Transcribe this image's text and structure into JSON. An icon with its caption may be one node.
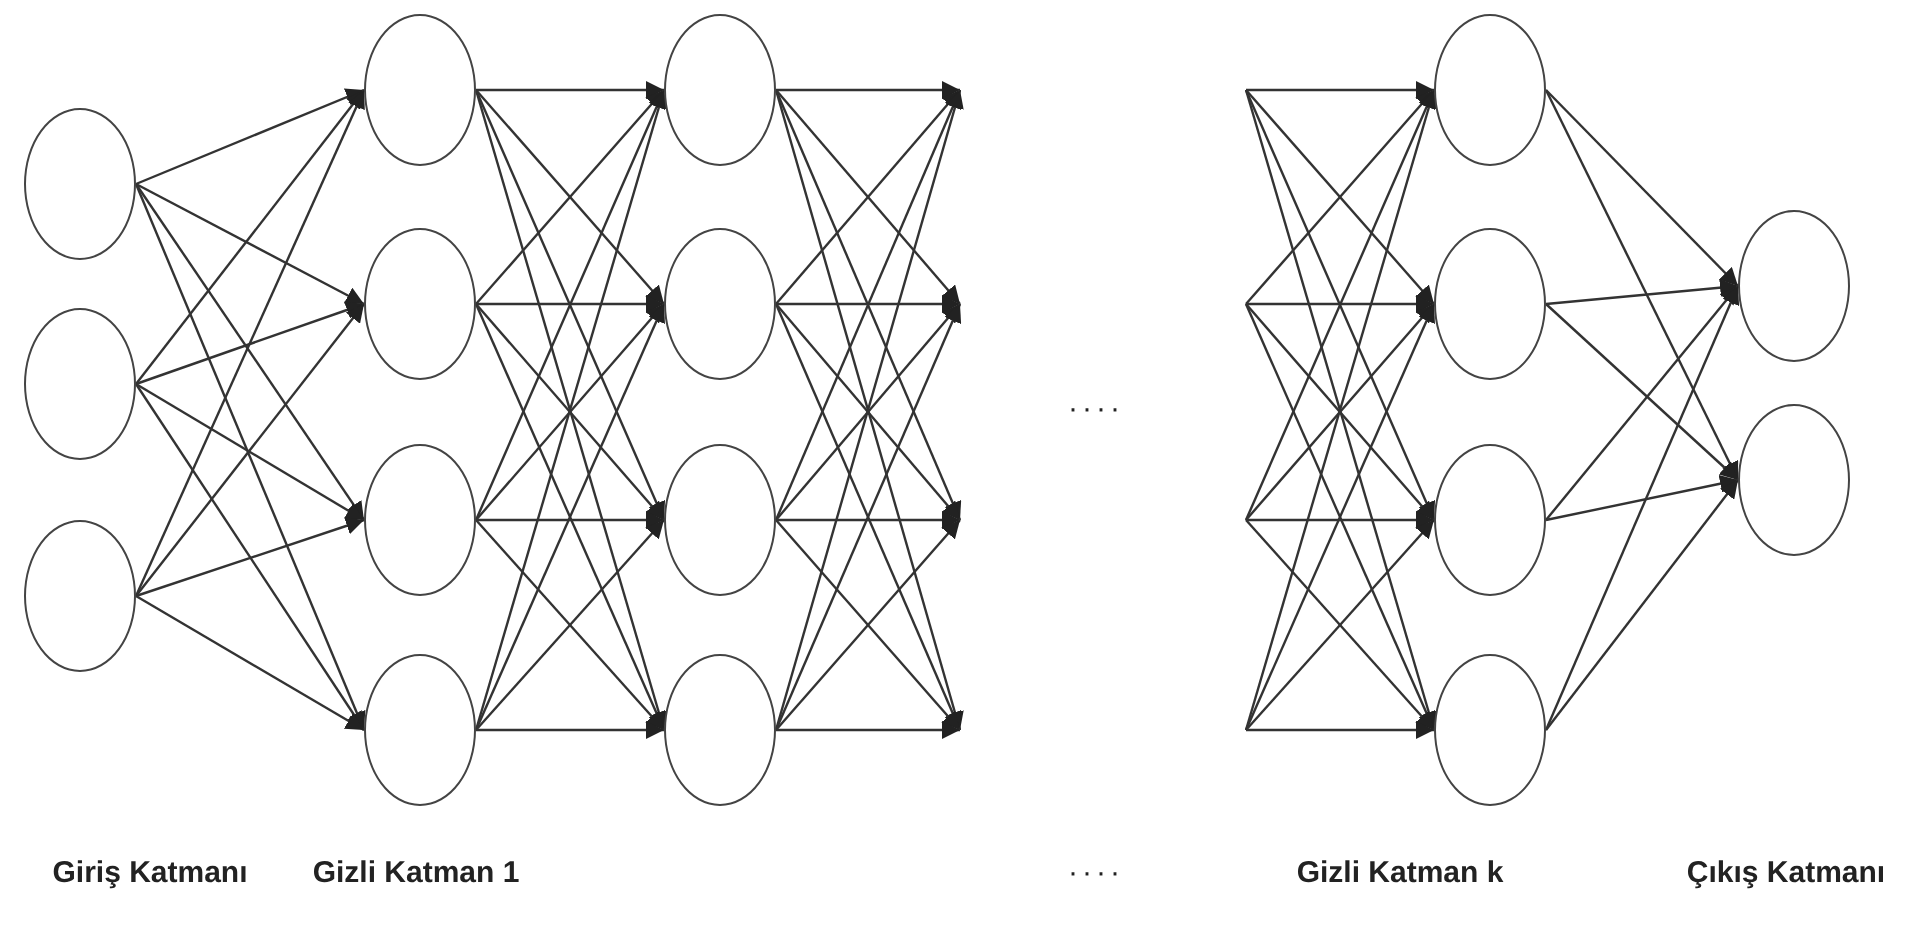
{
  "diagram": {
    "nodes": [
      {
        "text": [],
        "shape": "circle"
      },
      {
        "text": [],
        "shape": "circle"
      },
      {
        "text": [],
        "shape": "circle"
      },
      {
        "text": [],
        "shape": "circle"
      },
      {
        "text": [],
        "shape": "circle"
      },
      {
        "text": [],
        "shape": "circle"
      },
      {
        "text": [],
        "shape": "circle"
      },
      {
        "text": [],
        "shape": "circle"
      },
      {
        "text": [],
        "shape": "circle"
      },
      {
        "text": [],
        "shape": "circle"
      },
      {
        "text": [],
        "shape": "circle"
      },
      {
        "text": [],
        "shape": "circle"
      },
      {
        "text": [],
        "shape": "circle"
      },
      {
        "text": [],
        "shape": "circle"
      },
      {
        "text": [],
        "shape": "circle"
      },
      {
        "text": [],
        "shape": "circle"
      },
      {
        "text": [],
        "shape": "circle"
      }
    ],
    "edges": [
      {
        "from": 0,
        "to": 3,
        "arrow": "to"
      },
      {
        "from": 0,
        "to": 4,
        "arrow": "to"
      },
      {
        "from": 0,
        "to": 5,
        "arrow": "to"
      },
      {
        "from": 0,
        "to": 6,
        "arrow": "to"
      },
      {
        "from": 1,
        "to": 3,
        "arrow": "to"
      },
      {
        "from": 1,
        "to": 4,
        "arrow": "to"
      },
      {
        "from": 1,
        "to": 5,
        "arrow": "to"
      },
      {
        "from": 1,
        "to": 6,
        "arrow": "to"
      },
      {
        "from": 2,
        "to": 3,
        "arrow": "to"
      },
      {
        "from": 2,
        "to": 4,
        "arrow": "to"
      },
      {
        "from": 2,
        "to": 5,
        "arrow": "to"
      },
      {
        "from": 2,
        "to": 6,
        "arrow": "to"
      },
      {
        "from": 3,
        "to": 7,
        "arrow": "to"
      },
      {
        "from": 3,
        "to": 8,
        "arrow": "to"
      },
      {
        "from": 3,
        "to": 9,
        "arrow": "to"
      },
      {
        "from": 3,
        "to": 10,
        "arrow": "to"
      },
      {
        "from": 4,
        "to": 7,
        "arrow": "to"
      },
      {
        "from": 4,
        "to": 8,
        "arrow": "to"
      },
      {
        "from": 4,
        "to": 9,
        "arrow": "to"
      },
      {
        "from": 4,
        "to": 10,
        "arrow": "to"
      },
      {
        "from": 5,
        "to": 7,
        "arrow": "to"
      },
      {
        "from": 5,
        "to": 8,
        "arrow": "to"
      },
      {
        "from": 5,
        "to": 9,
        "arrow": "to"
      },
      {
        "from": 5,
        "to": 10,
        "arrow": "to"
      },
      {
        "from": 6,
        "to": 7,
        "arrow": "to"
      },
      {
        "from": 6,
        "to": 8,
        "arrow": "to"
      },
      {
        "from": 6,
        "to": 9,
        "arrow": "to"
      },
      {
        "from": 6,
        "to": 10,
        "arrow": "to"
      },
      {
        "from": 7,
        "to": null,
        "arrow": "to"
      },
      {
        "from": 7,
        "to": null,
        "arrow": "to"
      },
      {
        "from": 7,
        "to": null,
        "arrow": "to"
      },
      {
        "from": 7,
        "to": null,
        "arrow": "to"
      },
      {
        "from": 8,
        "to": null,
        "arrow": "to"
      },
      {
        "from": 8,
        "to": null,
        "arrow": "to"
      },
      {
        "from": 8,
        "to": null,
        "arrow": "to"
      },
      {
        "from": 8,
        "to": null,
        "arrow": "to"
      },
      {
        "from": 9,
        "to": null,
        "arrow": "to"
      },
      {
        "from": 9,
        "to": null,
        "arrow": "to"
      },
      {
        "from": 9,
        "to": null,
        "arrow": "to"
      },
      {
        "from": 9,
        "to": null,
        "arrow": "to"
      },
      {
        "from": 10,
        "to": null,
        "arrow": "to"
      },
      {
        "from": 10,
        "to": null,
        "arrow": "to"
      },
      {
        "from": 10,
        "to": null,
        "arrow": "to"
      },
      {
        "from": 10,
        "to": null,
        "arrow": "to"
      },
      {
        "from": null,
        "to": 11,
        "arrow": "to"
      },
      {
        "from": null,
        "to": 12,
        "arrow": "to"
      },
      {
        "from": null,
        "to": 13,
        "arrow": "to"
      },
      {
        "from": null,
        "to": 14,
        "arrow": "to"
      },
      {
        "from": null,
        "to": 11,
        "arrow": "to"
      },
      {
        "from": null,
        "to": 12,
        "arrow": "to"
      },
      {
        "from": null,
        "to": 13,
        "arrow": "to"
      },
      {
        "from": null,
        "to": 14,
        "arrow": "to"
      },
      {
        "from": null,
        "to": 11,
        "arrow": "to"
      },
      {
        "from": null,
        "to": 12,
        "arrow": "to"
      },
      {
        "from": null,
        "to": 13,
        "arrow": "to"
      },
      {
        "from": null,
        "to": 14,
        "arrow": "to"
      },
      {
        "from": null,
        "to": 11,
        "arrow": "to"
      },
      {
        "from": null,
        "to": 12,
        "arrow": "to"
      },
      {
        "from": null,
        "to": 13,
        "arrow": "to"
      },
      {
        "from": null,
        "to": 14,
        "arrow": "to"
      },
      {
        "from": 11,
        "to": 15,
        "arrow": "to"
      },
      {
        "from": 11,
        "to": 16,
        "arrow": "to"
      },
      {
        "from": 12,
        "to": 15,
        "arrow": "to"
      },
      {
        "from": 12,
        "to": 16,
        "arrow": "to"
      },
      {
        "from": 13,
        "to": 15,
        "arrow": "to"
      },
      {
        "from": 13,
        "to": 16,
        "arrow": "to"
      },
      {
        "from": 14,
        "to": 15,
        "arrow": "to"
      },
      {
        "from": 14,
        "to": 16,
        "arrow": "to"
      }
    ],
    "labels": [
      "····",
      "Giriş Katmanı",
      "Gizli Katman 1",
      "····",
      "Gizli Katman k",
      "Çıkış Katmanı"
    ]
  }
}
